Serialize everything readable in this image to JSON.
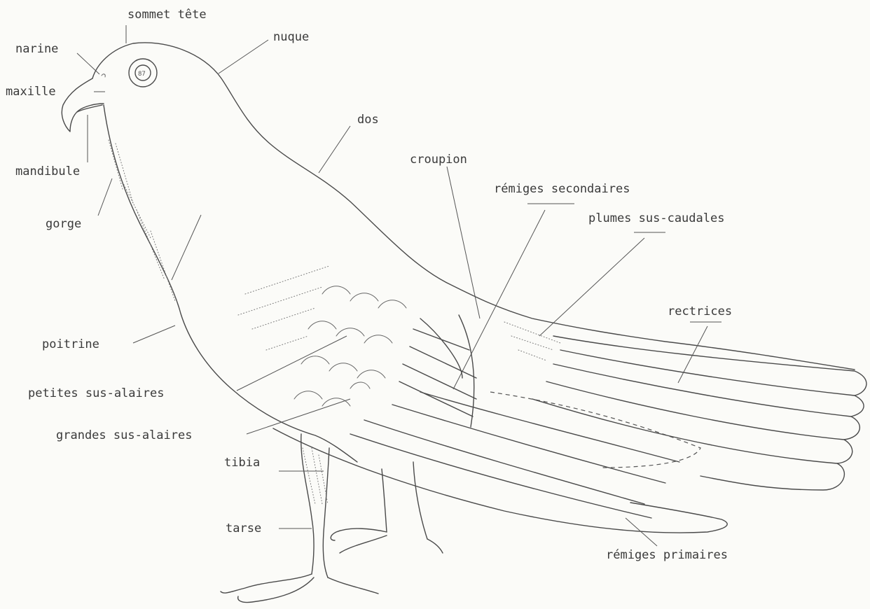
{
  "labels": {
    "sommet_tete": "sommet tête",
    "nuque": "nuque",
    "narine": "narine",
    "maxille": "maxille",
    "mandibule": "mandibule",
    "gorge": "gorge",
    "dos": "dos",
    "croupion": "croupion",
    "remiges_secondaires": "rémiges secondaires",
    "plumes_sus_caudales": "plumes sus-caudales",
    "rectrices": "rectrices",
    "poitrine": "poitrine",
    "petites_sus_alaires": "petites sus-alaires",
    "grandes_sus_alaires": "grandes sus-alaires",
    "tibia": "tibia",
    "tarse": "tarse",
    "remiges_primaires": "rémiges primaires"
  },
  "eye_ring_text": "87"
}
